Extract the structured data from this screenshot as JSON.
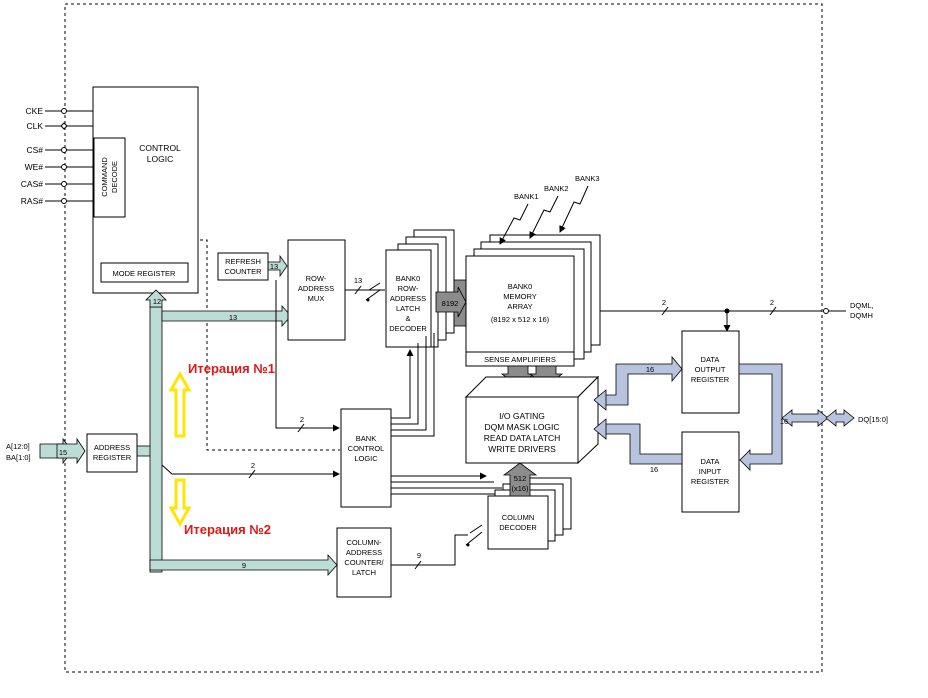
{
  "pins": {
    "cke": "CKE",
    "clk": "CLK",
    "cs": "CS#",
    "we": "WE#",
    "cas": "CAS#",
    "ras": "RAS#",
    "addr_a": "A[12:0]",
    "addr_ba": "BA[1:0]",
    "dqm_1": "DQML,",
    "dqm_2": "DQMH",
    "dq": "DQ[15:0]"
  },
  "blocks": {
    "control_logic": [
      "CONTROL",
      "LOGIC"
    ],
    "command_decode": [
      "COMMAND",
      "DECODE"
    ],
    "mode_register": "MODE REGISTER",
    "refresh_counter": [
      "REFRESH",
      "COUNTER"
    ],
    "row_mux": [
      "ROW-",
      "ADDRESS",
      "MUX"
    ],
    "row_latch": [
      "BANK0",
      "ROW-",
      "ADDRESS",
      "LATCH",
      "&",
      "DECODER"
    ],
    "memory_array": [
      "BANK0",
      "MEMORY",
      "ARRAY",
      "(8192 x 512 x 16)"
    ],
    "sense_amps": "SENSE AMPLIFIERS",
    "io_gating": [
      "I/O GATING",
      "DQM MASK LOGIC",
      "READ DATA LATCH",
      "WRITE DRIVERS"
    ],
    "bank_control": [
      "BANK",
      "CONTROL",
      "LOGIC"
    ],
    "address_register": [
      "ADDRESS",
      "REGISTER"
    ],
    "column_counter": [
      "COLUMN-",
      "ADDRESS",
      "COUNTER/",
      "LATCH"
    ],
    "column_decoder": [
      "COLUMN",
      "DECODER"
    ],
    "data_output": [
      "DATA",
      "OUTPUT",
      "REGISTER"
    ],
    "data_input": [
      "DATA",
      "INPUT",
      "REGISTER"
    ]
  },
  "banks": {
    "bank1": "BANK1",
    "bank2": "BANK2",
    "bank3": "BANK3"
  },
  "bus_widths": {
    "w12": "12",
    "w13_main": "13",
    "w13_refresh": "13",
    "w13_mux": "13",
    "w15": "15",
    "w8192_a": "8192",
    "w8192_b": "8192",
    "w2_bank": "2",
    "w2_bank_b": "2",
    "w2_dqm_a": "2",
    "w2_dqm_b": "2",
    "w9_bus": "9",
    "w9_wire": "9",
    "w512": "512",
    "w512_b": "(x16)",
    "w16_out": "16",
    "w16_in": "16",
    "w16_dq": "16"
  },
  "annotations": {
    "iter1": "Итерация №1",
    "iter2": "Итерация №2"
  },
  "colors": {
    "teal_bus": "#bcdcd6",
    "blue_bus": "#b8c3de",
    "gray_bus": "#8c8c8c",
    "annotation_red": "#e01818",
    "arrow_yellow": "#ffe600"
  }
}
